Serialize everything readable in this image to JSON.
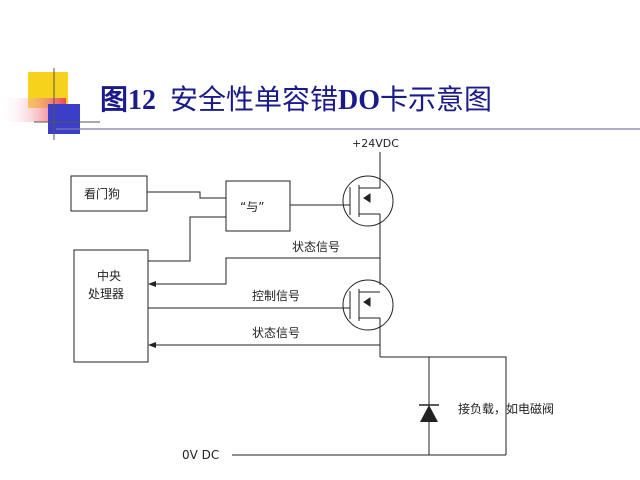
{
  "slide": {
    "title_prefix": "图12",
    "title_rest": "安全性单容错",
    "title_bold2": "DO",
    "title_end": "卡示意图"
  },
  "diagram": {
    "nodes": {
      "watchdog": "看门狗",
      "and_gate": "“与”",
      "cpu_line1": "中央",
      "cpu_line2": "处理器",
      "load": "接负载，如电磁阀"
    },
    "labels": {
      "supply": "+24VDC",
      "ground": "0V DC",
      "status_signal_1": "状态信号",
      "control_signal": "控制信号",
      "status_signal_2": "状态信号"
    }
  },
  "colors": {
    "title": "#1a1a8c",
    "deco_yellow": "#f6d21c",
    "deco_red": "#e8485a",
    "deco_blue": "#3a3ec8",
    "rule": "#7a7aa8",
    "line": "#222222"
  }
}
